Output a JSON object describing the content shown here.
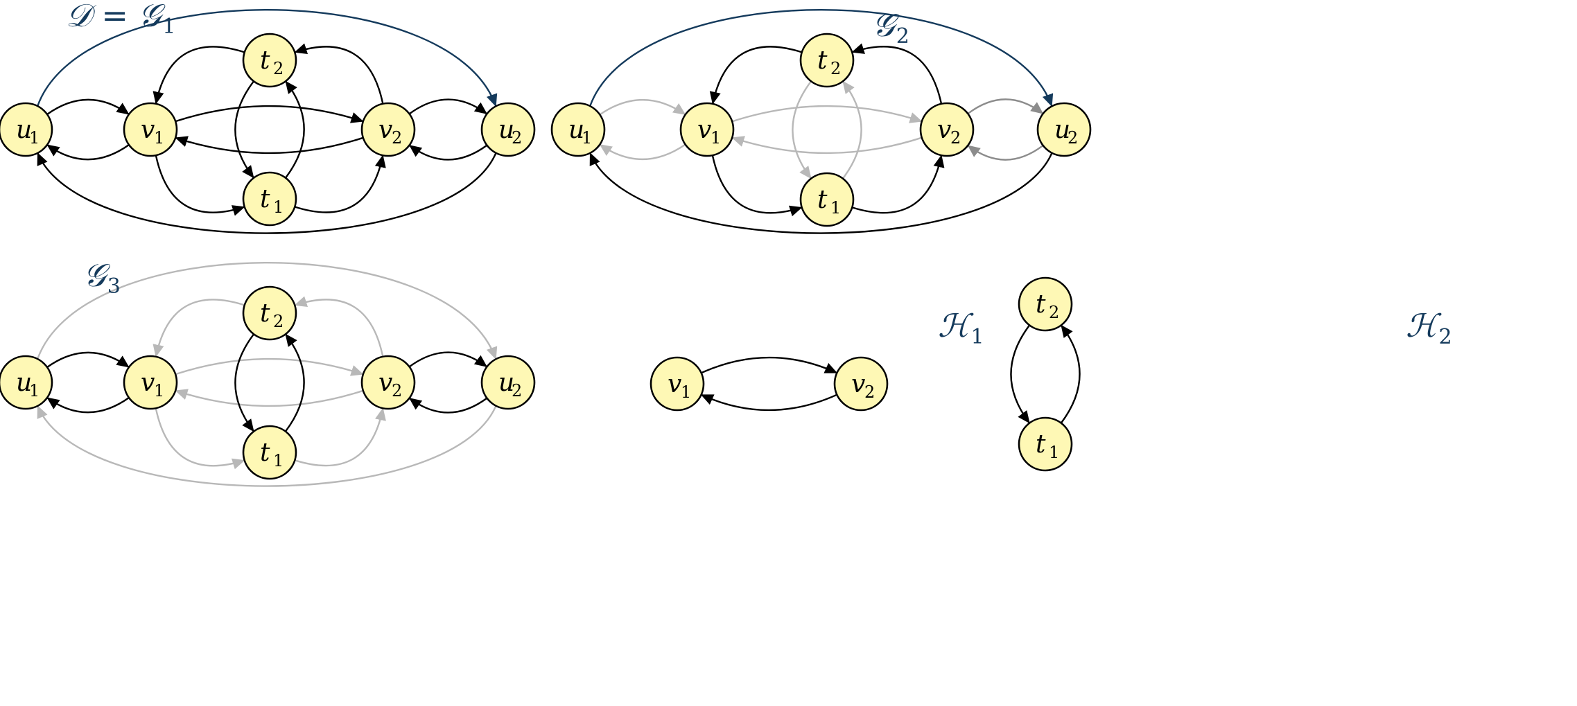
{
  "colors": {
    "node_fill": "#fef8b5",
    "edge_dark": "#000000",
    "edge_light": "#b8b8b8",
    "edge_mid": "#8c8c8c",
    "edge_blue": "#143a5c",
    "title_color": "#143a5c"
  },
  "panels": [
    {
      "id": "g1",
      "title": {
        "main": "𝒟 = 𝒢",
        "sub": "1"
      },
      "nodes": [
        {
          "id": "u1",
          "label": "u",
          "sub": "1"
        },
        {
          "id": "v1",
          "label": "v",
          "sub": "1"
        },
        {
          "id": "t2",
          "label": "t",
          "sub": "2"
        },
        {
          "id": "t1",
          "label": "t",
          "sub": "1"
        },
        {
          "id": "v2",
          "label": "v",
          "sub": "2"
        },
        {
          "id": "u2",
          "label": "u",
          "sub": "2"
        }
      ],
      "edges": [
        {
          "from": "u1",
          "to": "v1",
          "style": "dark"
        },
        {
          "from": "v1",
          "to": "u1",
          "style": "dark"
        },
        {
          "from": "v2",
          "to": "u2",
          "style": "dark"
        },
        {
          "from": "u2",
          "to": "v2",
          "style": "dark"
        },
        {
          "from": "v1",
          "to": "v2",
          "style": "dark"
        },
        {
          "from": "v2",
          "to": "v1",
          "style": "dark"
        },
        {
          "from": "t2",
          "to": "v1",
          "style": "dark"
        },
        {
          "from": "v2",
          "to": "t2",
          "style": "dark"
        },
        {
          "from": "v1",
          "to": "t1",
          "style": "dark"
        },
        {
          "from": "t1",
          "to": "v2",
          "style": "dark"
        },
        {
          "from": "t2",
          "to": "t1",
          "style": "dark"
        },
        {
          "from": "t1",
          "to": "t2",
          "style": "dark"
        },
        {
          "from": "u1",
          "to": "u2",
          "style": "blue"
        },
        {
          "from": "u2",
          "to": "u1",
          "style": "dark"
        }
      ]
    },
    {
      "id": "g2",
      "title": {
        "main": "𝒢",
        "sub": "2"
      },
      "nodes": [
        {
          "id": "u1",
          "label": "u",
          "sub": "1"
        },
        {
          "id": "v1",
          "label": "v",
          "sub": "1"
        },
        {
          "id": "t2",
          "label": "t",
          "sub": "2"
        },
        {
          "id": "t1",
          "label": "t",
          "sub": "1"
        },
        {
          "id": "v2",
          "label": "v",
          "sub": "2"
        },
        {
          "id": "u2",
          "label": "u",
          "sub": "2"
        }
      ],
      "edges": [
        {
          "from": "u1",
          "to": "v1",
          "style": "light"
        },
        {
          "from": "v1",
          "to": "u1",
          "style": "light"
        },
        {
          "from": "v2",
          "to": "u2",
          "style": "mid"
        },
        {
          "from": "u2",
          "to": "v2",
          "style": "mid"
        },
        {
          "from": "v1",
          "to": "v2",
          "style": "light"
        },
        {
          "from": "v2",
          "to": "v1",
          "style": "light"
        },
        {
          "from": "t2",
          "to": "v1",
          "style": "dark"
        },
        {
          "from": "v2",
          "to": "t2",
          "style": "dark"
        },
        {
          "from": "v1",
          "to": "t1",
          "style": "dark"
        },
        {
          "from": "t1",
          "to": "v2",
          "style": "dark"
        },
        {
          "from": "t2",
          "to": "t1",
          "style": "light"
        },
        {
          "from": "t1",
          "to": "t2",
          "style": "light"
        },
        {
          "from": "u1",
          "to": "u2",
          "style": "blue"
        },
        {
          "from": "u2",
          "to": "u1",
          "style": "dark"
        }
      ]
    },
    {
      "id": "g3",
      "title": {
        "main": "𝒢",
        "sub": "3"
      },
      "nodes": [
        {
          "id": "u1",
          "label": "u",
          "sub": "1"
        },
        {
          "id": "v1",
          "label": "v",
          "sub": "1"
        },
        {
          "id": "t2",
          "label": "t",
          "sub": "2"
        },
        {
          "id": "t1",
          "label": "t",
          "sub": "1"
        },
        {
          "id": "v2",
          "label": "v",
          "sub": "2"
        },
        {
          "id": "u2",
          "label": "u",
          "sub": "2"
        }
      ],
      "edges": [
        {
          "from": "u1",
          "to": "v1",
          "style": "dark"
        },
        {
          "from": "v1",
          "to": "u1",
          "style": "dark"
        },
        {
          "from": "v2",
          "to": "u2",
          "style": "dark"
        },
        {
          "from": "u2",
          "to": "v2",
          "style": "dark"
        },
        {
          "from": "v1",
          "to": "v2",
          "style": "light"
        },
        {
          "from": "v2",
          "to": "v1",
          "style": "light"
        },
        {
          "from": "t2",
          "to": "v1",
          "style": "light"
        },
        {
          "from": "v2",
          "to": "t2",
          "style": "light"
        },
        {
          "from": "v1",
          "to": "t1",
          "style": "light"
        },
        {
          "from": "t1",
          "to": "v2",
          "style": "light"
        },
        {
          "from": "t2",
          "to": "t1",
          "style": "dark"
        },
        {
          "from": "t1",
          "to": "t2",
          "style": "dark"
        },
        {
          "from": "u1",
          "to": "u2",
          "style": "light"
        },
        {
          "from": "u2",
          "to": "u1",
          "style": "light"
        }
      ]
    },
    {
      "id": "h1",
      "title": {
        "main": "ℋ",
        "sub": "1"
      },
      "nodes": [
        {
          "id": "v1",
          "label": "v",
          "sub": "1"
        },
        {
          "id": "v2",
          "label": "v",
          "sub": "2"
        }
      ],
      "edges": [
        {
          "from": "v1",
          "to": "v2",
          "style": "dark"
        },
        {
          "from": "v2",
          "to": "v1",
          "style": "dark"
        }
      ]
    },
    {
      "id": "h2",
      "title": {
        "main": "ℋ",
        "sub": "2"
      },
      "nodes": [
        {
          "id": "t2",
          "label": "t",
          "sub": "2"
        },
        {
          "id": "t1",
          "label": "t",
          "sub": "1"
        }
      ],
      "edges": [
        {
          "from": "t2",
          "to": "t1",
          "style": "dark"
        },
        {
          "from": "t1",
          "to": "t2",
          "style": "dark"
        }
      ]
    }
  ]
}
